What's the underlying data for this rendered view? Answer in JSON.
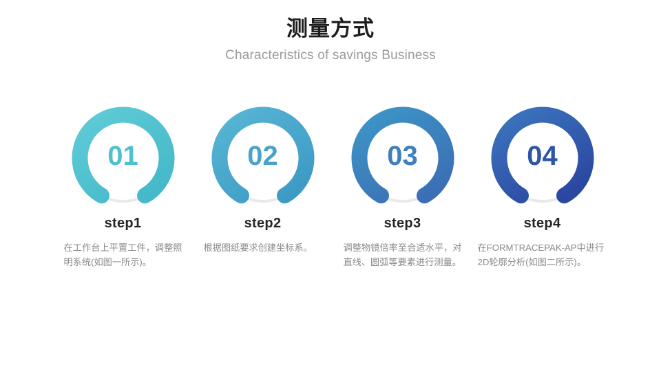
{
  "header": {
    "title": "测量方式",
    "subtitle": "Characteristics of savings Business"
  },
  "theme": {
    "background": "#ffffff",
    "title_color": "#1d1d1f",
    "subtitle_color": "#9a9a9e",
    "label_color": "#262626",
    "desc_color": "#8a8a8e",
    "track_color": "#e9e9e9"
  },
  "steps": [
    {
      "number": "01",
      "label": "step1",
      "desc": "在工作台上平置工件，调整照明系统(如图一所示)。",
      "color_start": "#5ECBD6",
      "color_end": "#45B8C9",
      "num_color": "#4FC0CE"
    },
    {
      "number": "02",
      "label": "step2",
      "desc": "根据图纸要求创建坐标系。",
      "color_start": "#56B4D4",
      "color_end": "#3E9AC4",
      "num_color": "#4BA3C8"
    },
    {
      "number": "03",
      "label": "step3",
      "desc": "调整物镜倍率至合适水平，对直线、圆弧等要素进行测量。",
      "color_start": "#3D93C6",
      "color_end": "#3B6FB5",
      "num_color": "#3E7FBC"
    },
    {
      "number": "04",
      "label": "step4",
      "desc": "在FORMTRACEPAK-AP中进行2D轮廓分析(如图二所示)。",
      "color_start": "#3A72BD",
      "color_end": "#2B47A0",
      "num_color": "#2F55A8"
    }
  ]
}
